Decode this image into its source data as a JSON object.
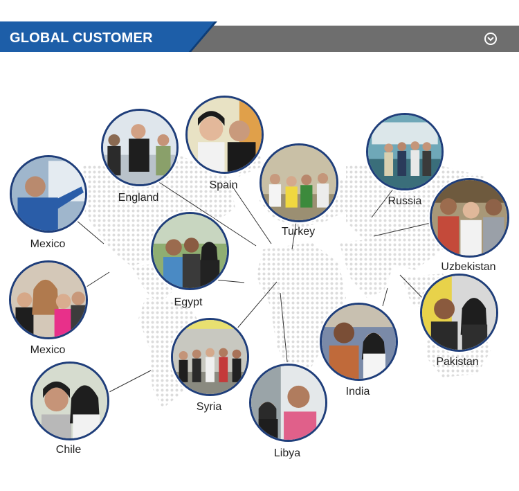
{
  "header": {
    "title": "GLOBAL CUSTOMER",
    "toggle_icon": "chevron-down-circle-icon",
    "accent_color": "#1d5ea8",
    "bar_color": "#6e6e6e"
  },
  "customers": [
    {
      "id": "mexico-1",
      "country": "Mexico"
    },
    {
      "id": "england",
      "country": "England"
    },
    {
      "id": "spain",
      "country": "Spain"
    },
    {
      "id": "turkey",
      "country": "Turkey"
    },
    {
      "id": "russia",
      "country": "Russia"
    },
    {
      "id": "uzbekistan",
      "country": "Uzbekistan"
    },
    {
      "id": "egypt",
      "country": "Egypt"
    },
    {
      "id": "mexico-2",
      "country": "Mexico"
    },
    {
      "id": "pakistan",
      "country": "Pakistan"
    },
    {
      "id": "india",
      "country": "India"
    },
    {
      "id": "syria",
      "country": "Syria"
    },
    {
      "id": "chile",
      "country": "Chile"
    },
    {
      "id": "libya",
      "country": "Libya"
    }
  ]
}
